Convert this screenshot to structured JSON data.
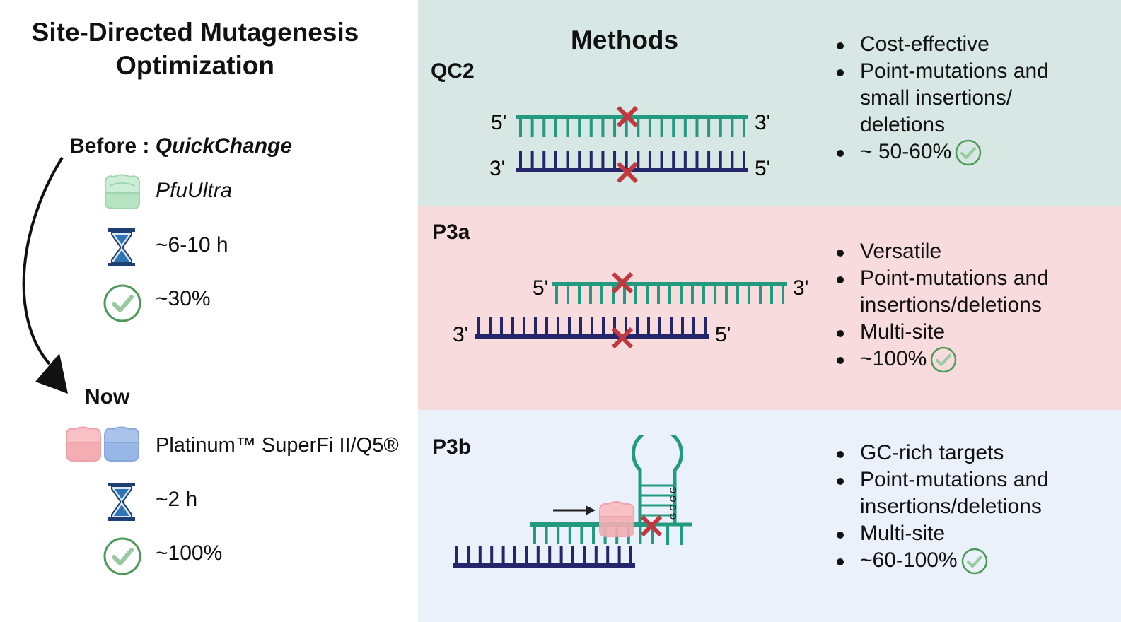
{
  "title_line1": "Site-Directed Mutagenesis",
  "title_line2": "Optimization",
  "before": {
    "label": "Before : ",
    "method": "QuickChange",
    "enzyme": "PfuUltra",
    "time": "~6-10 h",
    "efficiency": "~30%"
  },
  "now": {
    "label": "Now",
    "enzyme": "Platinum™ SuperFi II/Q5®",
    "time": "~2 h",
    "efficiency": "~100%"
  },
  "methods_header": "Methods",
  "strand_labels": {
    "five": "5'",
    "three": "3'"
  },
  "hairpin_bases": "GGGG",
  "methods": [
    {
      "name": "QC2",
      "bullets": [
        "Cost-effective",
        "Point-mutations and small insertions/ deletions",
        "~ 50-60%"
      ],
      "color": "#d7e7e4"
    },
    {
      "name": "P3a",
      "bullets": [
        "Versatile",
        "Point-mutations and insertions/deletions",
        "Multi-site",
        "~100%"
      ],
      "color": "#f8dcdd"
    },
    {
      "name": "P3b",
      "bullets": [
        "GC-rich targets",
        "Point-mutations and insertions/deletions",
        "Multi-site",
        "~60-100%"
      ],
      "color": "#eaf1fb"
    }
  ],
  "colors": {
    "top_strand": "#229a80",
    "bottom_strand": "#23266b",
    "mutation": "#c0393f",
    "check": "#4c9a56",
    "hourglass": "#2f74b5"
  }
}
